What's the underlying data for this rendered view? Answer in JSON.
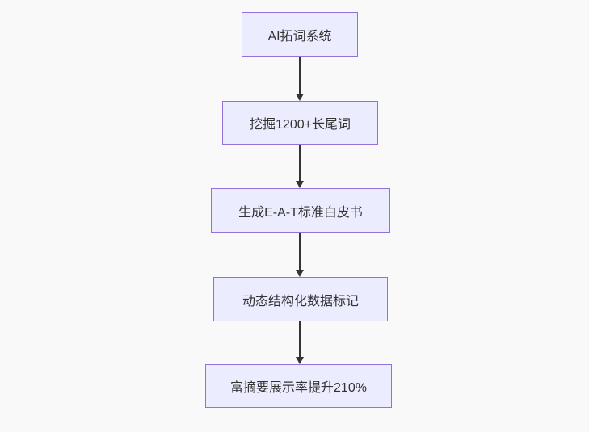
{
  "diagram": {
    "type": "flowchart-vertical",
    "background_color": "#f9f9f9",
    "node_fill_color": "#ECECFF",
    "node_border_color": "#9370DB",
    "text_color": "#333333",
    "arrow_color": "#333333",
    "nodes": [
      {
        "id": "step-1",
        "label": "AI拓词系统"
      },
      {
        "id": "step-2",
        "label": "挖掘1200+长尾词"
      },
      {
        "id": "step-3",
        "label": "生成E-A-T标准白皮书"
      },
      {
        "id": "step-4",
        "label": "动态结构化数据标记"
      },
      {
        "id": "step-5",
        "label": "富摘要展示率提升210%"
      }
    ],
    "edges": [
      {
        "from": "step-1",
        "to": "step-2",
        "direction": "down"
      },
      {
        "from": "step-2",
        "to": "step-3",
        "direction": "down"
      },
      {
        "from": "step-3",
        "to": "step-4",
        "direction": "down"
      },
      {
        "from": "step-4",
        "to": "step-5",
        "direction": "down"
      }
    ]
  }
}
